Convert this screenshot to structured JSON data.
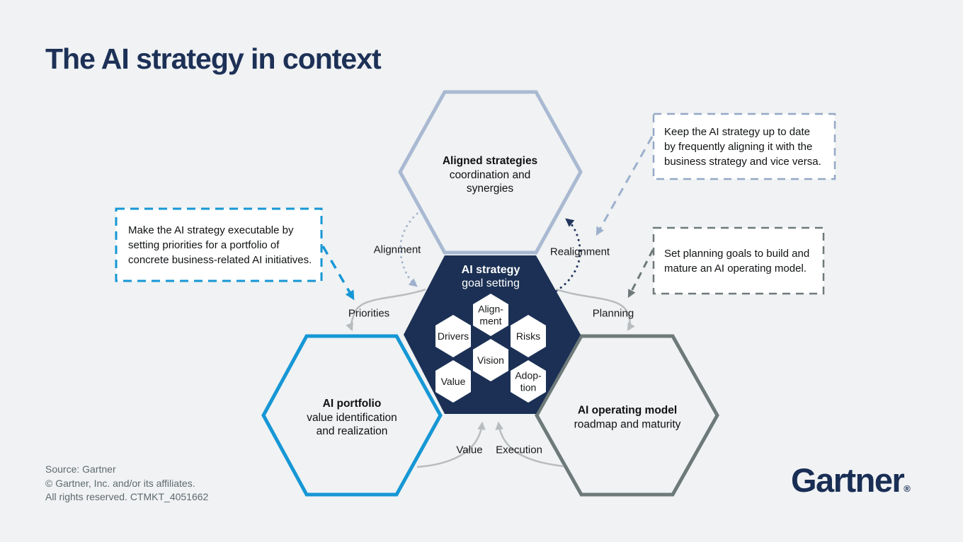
{
  "page": {
    "title": "The AI strategy in context",
    "background": "#f0f2f3",
    "source_lines": [
      "Source: Gartner",
      "© Gartner, Inc. and/or its affiliates.",
      "All rights reserved. CTMKT_4051662"
    ],
    "logo": {
      "text": "Gartner",
      "mark": "®"
    }
  },
  "colors": {
    "navy": "#1b3054",
    "title_navy": "#1d3157",
    "blue": "#1697d5",
    "blue_gray": "#a9b9d2",
    "dark_gray": "#6e7979",
    "arrow_gray": "#b9bcbe",
    "text_dark": "#16181a",
    "source_gray": "#5f6a70"
  },
  "hexagons": {
    "aligned_strategies": {
      "title": "Aligned strategies",
      "lines": [
        "coordination and",
        "synergies"
      ]
    },
    "ai_strategy": {
      "title": "AI strategy",
      "subtitle": "goal setting",
      "items": [
        {
          "id": "alignment",
          "line1": "Align-",
          "line2": "ment"
        },
        {
          "id": "drivers",
          "line1": "Drivers"
        },
        {
          "id": "risks",
          "line1": "Risks"
        },
        {
          "id": "vision",
          "line1": "Vision"
        },
        {
          "id": "value",
          "line1": "Value"
        },
        {
          "id": "adoption",
          "line1": "Adop-",
          "line2": "tion"
        }
      ]
    },
    "ai_portfolio": {
      "title": "AI portfolio",
      "lines": [
        "value identification",
        "and realization"
      ]
    },
    "ai_operating_model": {
      "title": "AI operating model",
      "lines": [
        "roadmap and maturity"
      ]
    }
  },
  "flow_labels": {
    "alignment": "Alignment",
    "realignment": "Realignment",
    "priorities": "Priorities",
    "planning": "Planning",
    "value": "Value",
    "execution": "Execution"
  },
  "callouts": {
    "priorities": {
      "lines": [
        "Make the AI strategy executable by",
        "setting priorities for a portfolio of",
        "concrete business-related AI initiatives."
      ]
    },
    "realignment": {
      "lines": [
        "Keep the AI strategy up to date",
        "by frequently aligning it with the",
        "business strategy and vice versa."
      ]
    },
    "planning": {
      "lines": [
        "Set planning goals to build and",
        "mature an AI operating model."
      ]
    }
  }
}
